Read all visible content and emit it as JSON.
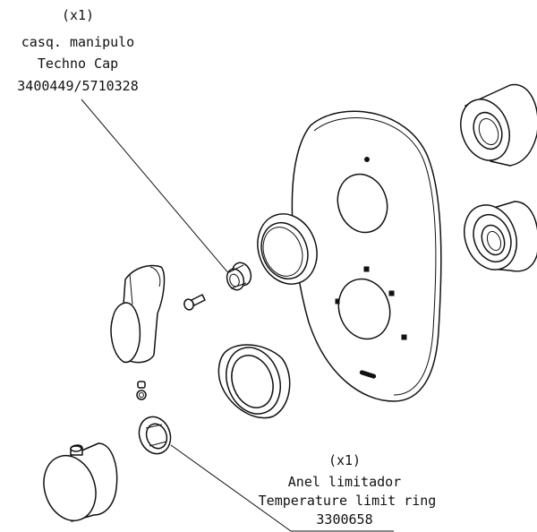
{
  "callouts": {
    "cap": {
      "qty": "(x1)",
      "name_pt": "casq. manipulo",
      "name_en": "Techno Cap",
      "code": "3400449/5710328"
    },
    "ring": {
      "qty": "(x1)",
      "name_pt": "Anel limitador",
      "name_en": "Temperature limit ring",
      "code": "3300658"
    }
  }
}
